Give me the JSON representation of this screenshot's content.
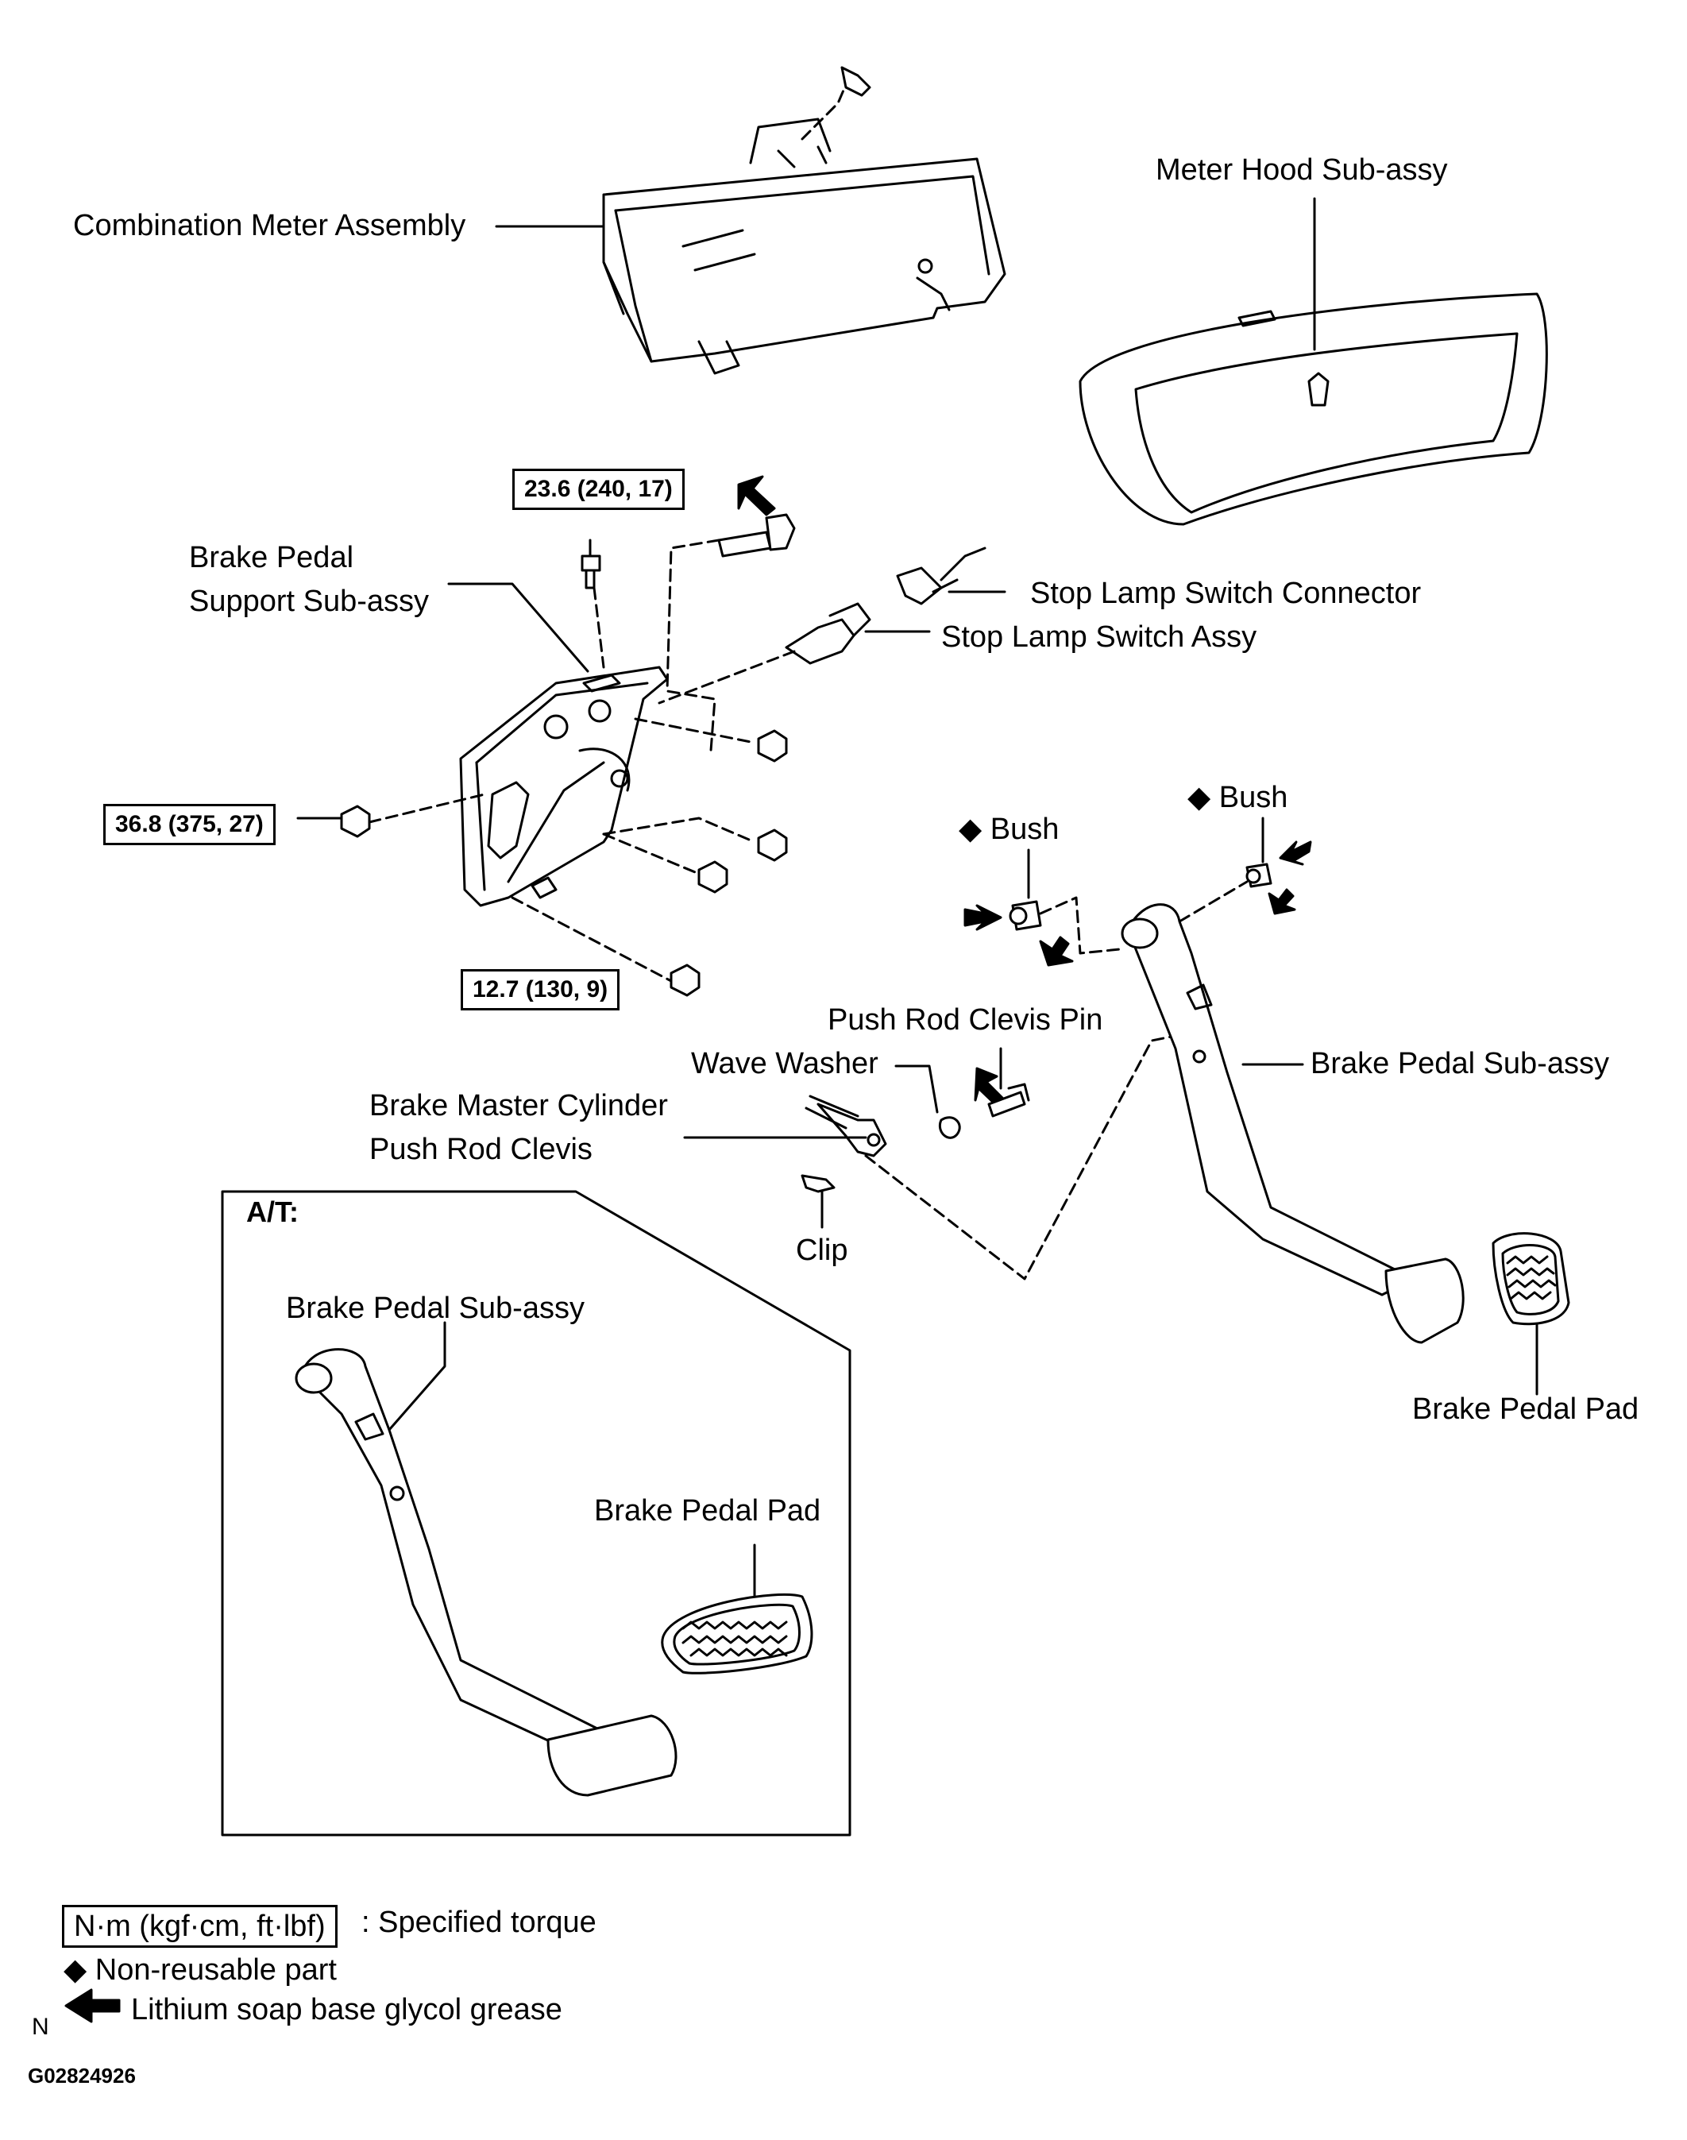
{
  "labels": {
    "combination_meter": "Combination Meter Assembly",
    "meter_hood": "Meter Hood Sub-assy",
    "brake_pedal_support_1": "Brake Pedal",
    "brake_pedal_support_2": "Support  Sub-assy",
    "stop_lamp_connector": "Stop Lamp Switch Connector",
    "stop_lamp_switch": "Stop Lamp Switch Assy",
    "bush_left": "Bush",
    "bush_right": "Bush",
    "push_rod_clevis_pin": "Push Rod Clevis Pin",
    "wave_washer": "Wave Washer",
    "brake_pedal_sub_assy": "Brake Pedal Sub-assy",
    "master_cyl_1": "Brake Master Cylinder",
    "master_cyl_2": "Push Rod Clevis",
    "clip": "Clip",
    "brake_pedal_pad": "Brake Pedal Pad"
  },
  "torques": {
    "top": "23.6 (240, 17)",
    "left": "36.8 (375, 27)",
    "bottom": "12.7 (130, 9)"
  },
  "inset": {
    "title": "A/T:",
    "pedal_label": "Brake Pedal Sub-assy",
    "pad_label": "Brake Pedal Pad"
  },
  "legend": {
    "torque_unit": "N·m (kgf·cm, ft·lbf)",
    "torque_desc": ": Specified torque",
    "nonreusable": "Non-reusable part",
    "grease": "Lithium soap base glycol grease",
    "n_mark": "N"
  },
  "figure_code": "G02824926",
  "symbols": {
    "diamond": "◆"
  }
}
